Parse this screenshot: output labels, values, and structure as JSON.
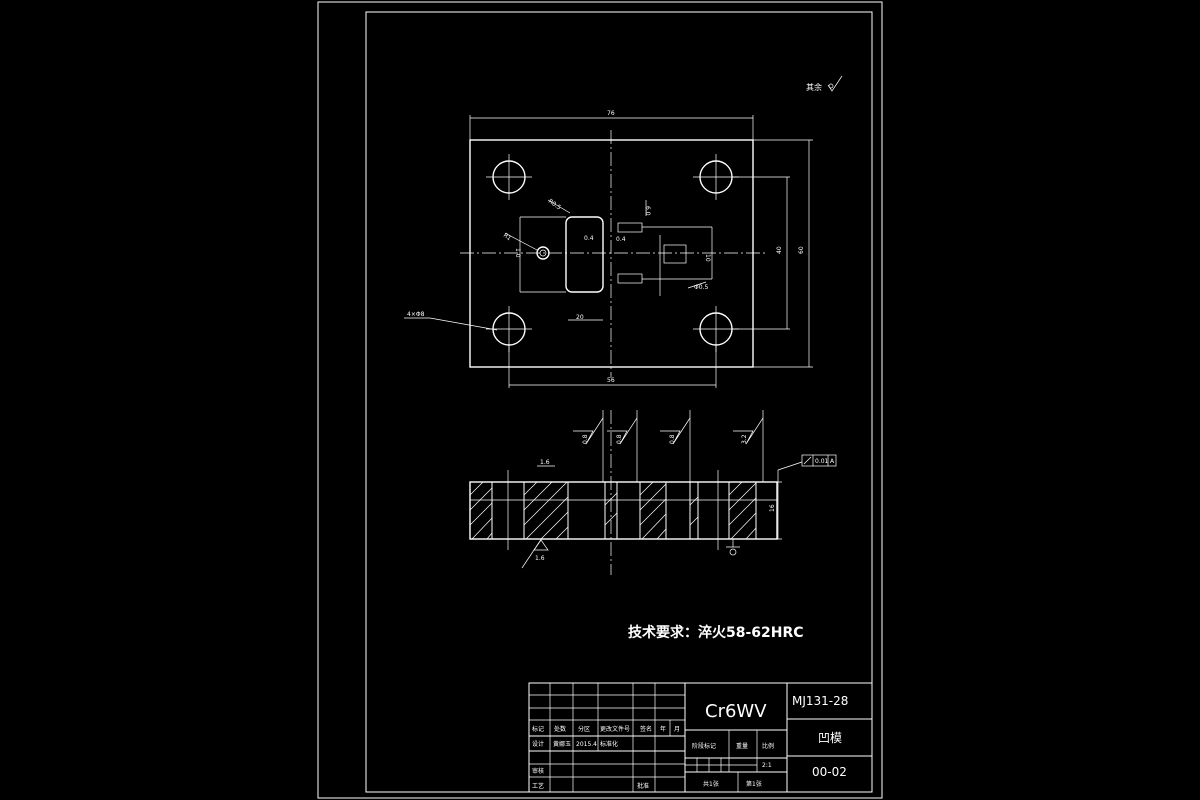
{
  "roughness_note": "其余",
  "plan_view": {
    "dim_top": "76",
    "dim_bottom": "56",
    "dim_right_outer": "60",
    "dim_right_inner": "40",
    "hole_callout": "4×Φ8",
    "cavity_labels": [
      "R0.5",
      "R1",
      "0.4",
      "0.4",
      "6.0",
      "20",
      "10",
      "Φ0.5",
      "1.0"
    ]
  },
  "section_view": {
    "roughness_values": [
      "0.8",
      "0.8",
      "0.8",
      "3.2"
    ],
    "roughness_left": [
      "1.6",
      "1.6"
    ],
    "dim_height": "16",
    "flatness": "0.01",
    "datum": "A"
  },
  "technical_requirements": "技术要求：淬火58-62HRC",
  "title_block": {
    "material": "Cr6WV",
    "drawing_number": "MJ131-28",
    "part_name": "凹模",
    "code": "00-02",
    "headers": [
      "标记",
      "处数",
      "分区",
      "更改文件号",
      "签名",
      "年",
      "月"
    ],
    "row_design": [
      "设计",
      "黄娜玉",
      "2015.4",
      "标准化"
    ],
    "label_review": "审核",
    "label_process": "工艺",
    "label_approve": "批准",
    "label_stage": "阶段标记",
    "label_weight": "重量",
    "label_scale": "比例",
    "scale_value": "2:1",
    "sheet_total": "共1张",
    "sheet_current": "第1张"
  }
}
